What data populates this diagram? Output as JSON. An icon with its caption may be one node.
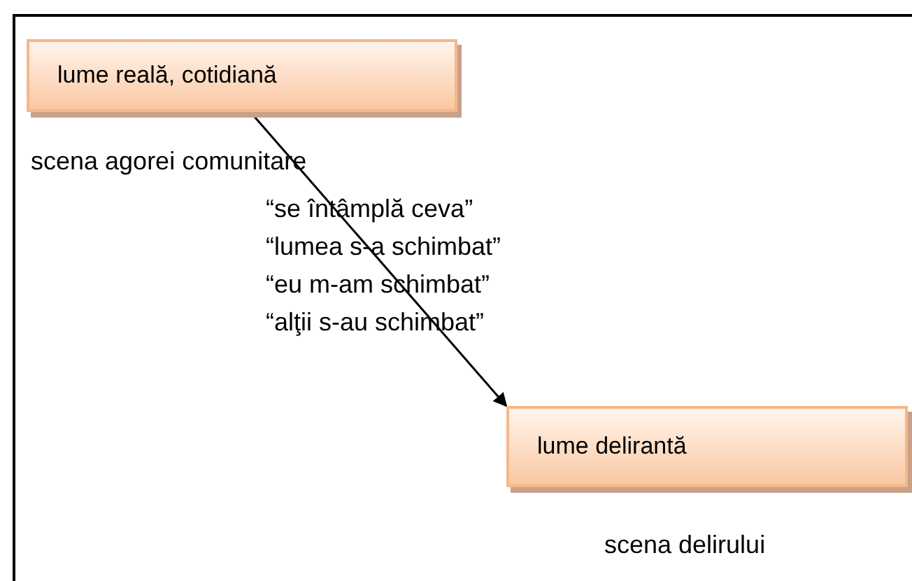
{
  "diagram": {
    "nodes": [
      {
        "text": [
          "lume reală, cotidiană"
        ],
        "beside": [
          "scena agorei comunitare"
        ]
      },
      {
        "text": [
          "lume delirantă"
        ],
        "beside": [
          "scena delirului"
        ]
      }
    ],
    "edges": [
      {
        "from": 0,
        "to": 1,
        "arrow": "to"
      }
    ],
    "labels": [
      "“se întâmplă ceva”",
      "“lumea s-a schimbat”",
      "“eu m-am schimbat”",
      "“alţii s-au schimbat”"
    ]
  }
}
